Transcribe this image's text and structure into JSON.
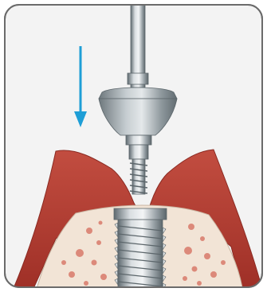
{
  "figure": {
    "icon": "dental-implant-abutment-insertion",
    "elements": [
      "insertion-direction-arrow",
      "driver-shaft",
      "abutment",
      "abutment-screw",
      "gingiva",
      "bone",
      "implant"
    ]
  },
  "colors": {
    "arrow": "#1e9ed6",
    "gingiva": "#b8443a",
    "gingiva_dark": "#8f2a23",
    "bone": "#f2e4d6",
    "bone_pores": "#d97a6a",
    "metal_light": "#d8dde0",
    "metal_mid": "#a7b0b5",
    "metal_dark": "#6f7a80",
    "background": "#f3f3f3",
    "border": "#6b6b6b"
  }
}
